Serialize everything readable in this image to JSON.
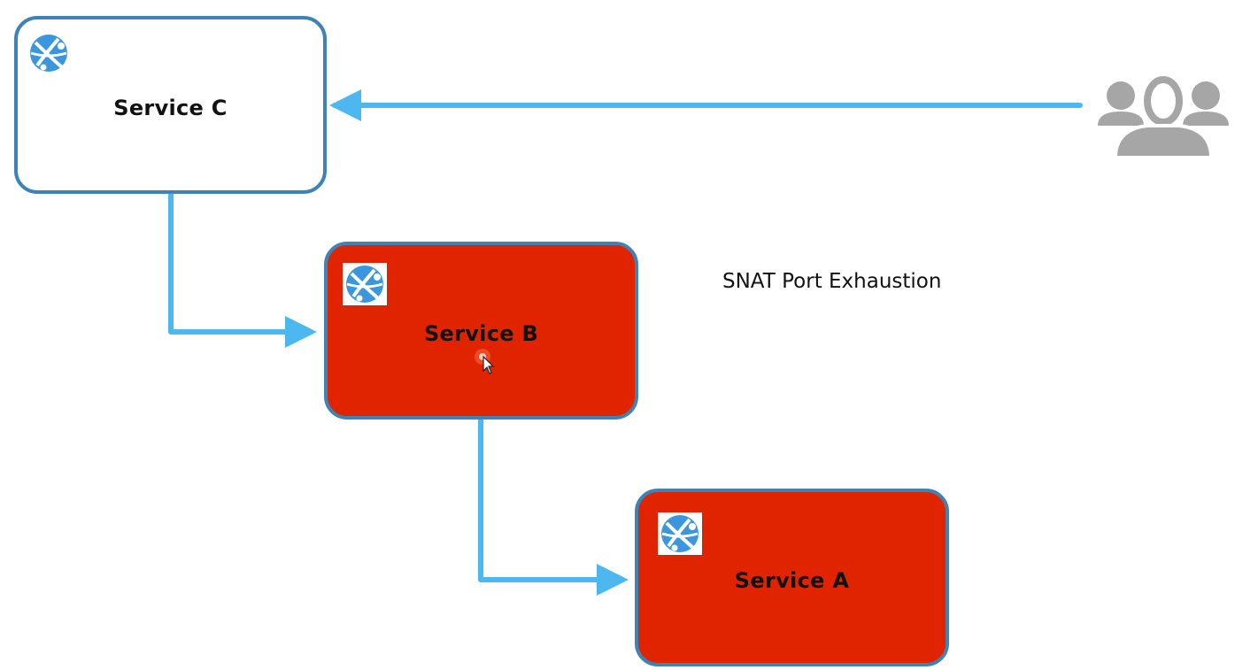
{
  "diagram": {
    "nodes": [
      {
        "id": "service-c",
        "label": "Service C",
        "icon": "azure-cloud-service-icon",
        "status": "normal"
      },
      {
        "id": "service-b",
        "label": "Service B",
        "icon": "azure-cloud-service-icon",
        "status": "failing"
      },
      {
        "id": "service-a",
        "label": "Service A",
        "icon": "azure-cloud-service-icon",
        "status": "failing"
      }
    ],
    "edges": [
      {
        "from": "users",
        "to": "service-c"
      },
      {
        "from": "service-c",
        "to": "service-b"
      },
      {
        "from": "service-b",
        "to": "service-a"
      }
    ],
    "annotation": "SNAT Port Exhaustion",
    "users_icon": "users-group-icon",
    "cursor_icon": "mouse-pointer-icon"
  },
  "colors": {
    "edge": "#4db8f0",
    "node_border": "#3f83b6",
    "failing_fill": "#e02400",
    "normal_fill": "#ffffff",
    "users_icon": "#a6a6a6",
    "icon_blue": "#3a96dd"
  }
}
